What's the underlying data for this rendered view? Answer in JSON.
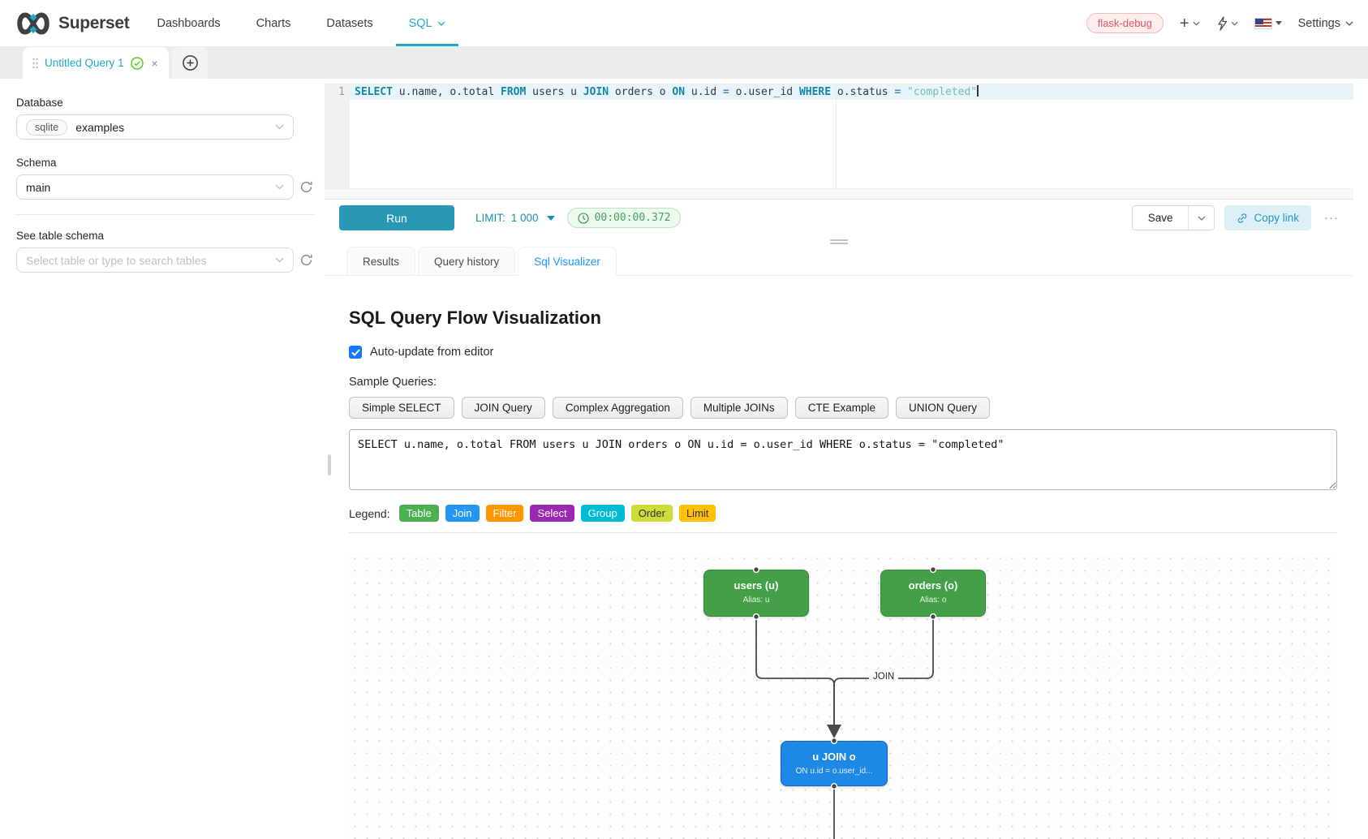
{
  "navbar": {
    "brand": "Superset",
    "items": [
      {
        "label": "Dashboards"
      },
      {
        "label": "Charts"
      },
      {
        "label": "Datasets"
      },
      {
        "label": "SQL"
      }
    ],
    "environment_tag": "flask-debug",
    "settings_label": "Settings"
  },
  "tabs": {
    "active_tab_title": "Untitled Query 1",
    "close_label": "×"
  },
  "sidebar": {
    "database_label": "Database",
    "database_engine": "sqlite",
    "database_name": "examples",
    "schema_label": "Schema",
    "schema_value": "main",
    "table_label": "See table schema",
    "table_placeholder": "Select table or type to search tables"
  },
  "editor": {
    "line_number": "1",
    "tokens": [
      {
        "text": "SELECT",
        "type": "kw"
      },
      {
        "text": " u.name, o.total ",
        "type": "plain"
      },
      {
        "text": "FROM",
        "type": "kw"
      },
      {
        "text": " users u ",
        "type": "plain"
      },
      {
        "text": "JOIN",
        "type": "kw"
      },
      {
        "text": " orders o ",
        "type": "plain"
      },
      {
        "text": "ON",
        "type": "kw"
      },
      {
        "text": " u.id ",
        "type": "plain"
      },
      {
        "text": "=",
        "type": "op"
      },
      {
        "text": " o.user_id ",
        "type": "plain"
      },
      {
        "text": "WHERE",
        "type": "kw"
      },
      {
        "text": " o.status ",
        "type": "plain"
      },
      {
        "text": "=",
        "type": "op"
      },
      {
        "text": " ",
        "type": "plain"
      },
      {
        "text": "\"completed\"",
        "type": "str"
      }
    ]
  },
  "toolbar": {
    "run_label": "Run",
    "limit_label": "LIMIT:",
    "limit_value": "1 000",
    "timer": "00:00:00.372",
    "save_label": "Save",
    "copy_link_label": "Copy link",
    "more_label": "···"
  },
  "south_tabs": [
    {
      "label": "Results"
    },
    {
      "label": "Query history"
    },
    {
      "label": "Sql Visualizer"
    }
  ],
  "visualizer": {
    "title": "SQL Query Flow Visualization",
    "auto_update_label": "Auto-update from editor",
    "auto_update_checked": true,
    "sample_queries_label": "Sample Queries:",
    "sample_buttons": [
      "Simple SELECT",
      "JOIN Query",
      "Complex Aggregation",
      "Multiple JOINs",
      "CTE Example",
      "UNION Query"
    ],
    "query_text": "SELECT u.name, o.total FROM users u JOIN orders o ON u.id = o.user_id WHERE o.status = \"completed\"",
    "legend_label": "Legend:",
    "legend": [
      {
        "label": "Table",
        "color": "#4CAF50",
        "text": "#ffffff"
      },
      {
        "label": "Join",
        "color": "#2196F3",
        "text": "#ffffff"
      },
      {
        "label": "Filter",
        "color": "#FF9800",
        "text": "#ffffff"
      },
      {
        "label": "Select",
        "color": "#9C27B0",
        "text": "#ffffff"
      },
      {
        "label": "Group",
        "color": "#00BCD4",
        "text": "#ffffff"
      },
      {
        "label": "Order",
        "color": "#CDDC39",
        "text": "#333333"
      },
      {
        "label": "Limit",
        "color": "#FFC107",
        "text": "#333333"
      }
    ],
    "diagram": {
      "edge_label": "JOIN",
      "nodes": [
        {
          "title": "users (u)",
          "subtitle": "Alias: u",
          "color": "#43A047"
        },
        {
          "title": "orders (o)",
          "subtitle": "Alias: o",
          "color": "#43A047"
        },
        {
          "title": "u JOIN o",
          "subtitle": "ON u.id = o.user_id...",
          "color": "#1E88E5"
        }
      ]
    }
  },
  "colors": {
    "brand_teal": "#20a7c9",
    "active_tab_blue": "#1890ff",
    "timer_green": "#41a35a"
  }
}
